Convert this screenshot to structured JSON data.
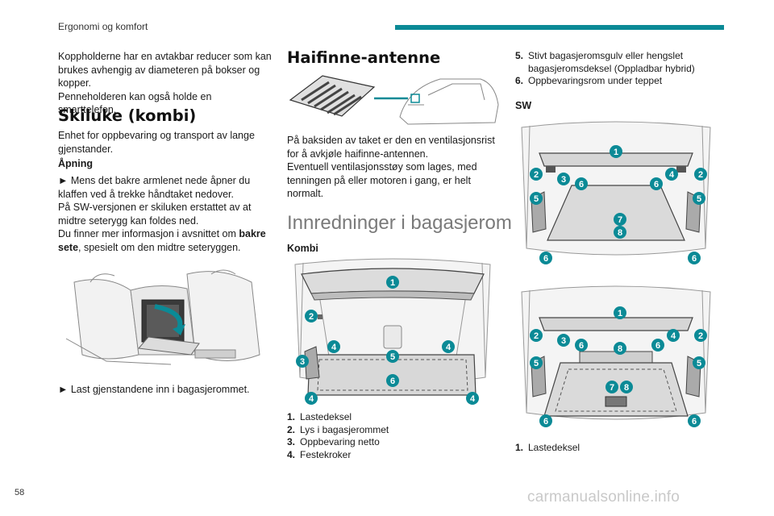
{
  "header": {
    "section_title": "Ergonomi og komfort"
  },
  "page_number": "58",
  "watermark": "carmanualsonline.info",
  "colors": {
    "accent": "#0b8a96",
    "callout": "#0b8a96"
  },
  "col1": {
    "intro_lines": [
      "Koppholderne har en avtakbar reducer som kan",
      "brukes avhengig av diameteren på bokser og",
      "kopper.",
      "Penneholderen kan også holde en smarttelefon."
    ],
    "ski_title": "Skiluke (kombi)",
    "ski_desc_lines": [
      "Enhet for oppbevaring og transport av lange",
      "gjenstander."
    ],
    "opening_title": "Åpning",
    "opening_lines": [
      "► Mens det bakre armlenet nede åpner du",
      "klaffen ved å trekke håndtaket nedover.",
      "På SW-versjonen er skiluken erstattet av at",
      "midtre seterygg kan foldes ned."
    ],
    "info_line1": "Du finner mer informasjon i avsnittet om ",
    "info_bold1": "bakre",
    "info_bold2": "sete",
    "info_line2_rest": ", spesielt om den midtre seteryggen.",
    "load_line": "► Last gjenstandene inn i bagasjerommet."
  },
  "col2": {
    "antenna_title": "Haifinne-antenne",
    "antenna_lines": [
      "På baksiden av taket er den en ventilasjonsrist",
      "for å avkjøle haifinne-antennen.",
      "Eventuell ventilasjonsstøy som lages, med",
      "tenningen på eller motoren i gang, er helt",
      "normalt."
    ],
    "luggage_title": "Innredninger i bagasjerom",
    "kombi_label": "Kombi",
    "kombi_callouts": [
      "1",
      "2",
      "3",
      "4",
      "5",
      "4",
      "6",
      "4",
      "4"
    ],
    "list": [
      {
        "n": "1.",
        "text": "Lastedeksel"
      },
      {
        "n": "2.",
        "text": "Lys i bagasjerommet"
      },
      {
        "n": "3.",
        "text": "Oppbevaring netto"
      },
      {
        "n": "4.",
        "text": "Festekroker"
      }
    ]
  },
  "col3": {
    "list": [
      {
        "n": "5.",
        "text": "Stivt bagasjeromsgulv eller hengslet",
        "text2": "bagasjeromsdeksel (Oppladbar hybrid)"
      },
      {
        "n": "6.",
        "text": "Oppbevaringsrom under teppet"
      }
    ],
    "sw_label": "SW",
    "sw1_callouts": [
      "1",
      "2",
      "3",
      "6",
      "6",
      "4",
      "2",
      "5",
      "5",
      "7",
      "8",
      "6",
      "6"
    ],
    "sw2_callouts": [
      "1",
      "2",
      "3",
      "6",
      "8",
      "6",
      "4",
      "2",
      "5",
      "5",
      "7",
      "8",
      "6",
      "6"
    ],
    "list_bottom": [
      {
        "n": "1.",
        "text": "Lastedeksel"
      }
    ]
  }
}
